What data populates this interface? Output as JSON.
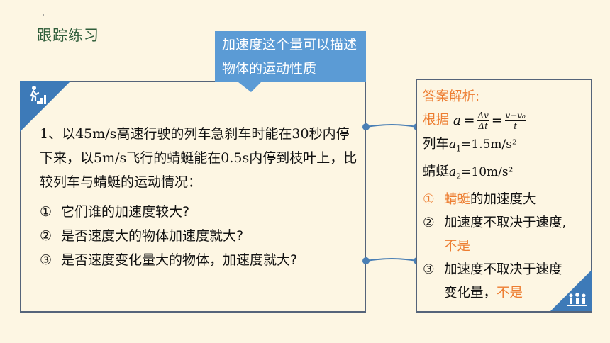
{
  "title": "跟踪练习",
  "callout": "加速度这个量可以描述物体的运动性质",
  "question": {
    "stem": "1、以45m/s高速行驶的列车急刹车时能在30秒内停下来，以5m/s飞行的蜻蜓能在0.5s内停到枝叶上，比较列车与蜻蜓的运动情况：",
    "items": [
      {
        "num": "①",
        "text": "它们谁的加速度较大?"
      },
      {
        "num": "②",
        "text": "是否速度大的物体加速度就大?"
      },
      {
        "num": "③",
        "text": "是否速度变化量大的物体，加速度就大?"
      }
    ]
  },
  "answer": {
    "heading": "答案解析:",
    "basis_label": "根据",
    "formula": {
      "lhs": "a",
      "frac1_num": "Δv",
      "frac1_den": "Δt",
      "frac2_num": "v−v₀",
      "frac2_den": "t"
    },
    "train_label": "列车",
    "train_value": "=1.5m/s²",
    "dragonfly_label": "蜻蜓",
    "dragonfly_value": "=10m/s²",
    "a1_symbol": "a",
    "a1_sub": "1",
    "a2_symbol": "a",
    "a2_sub": "2",
    "item1_num": "①",
    "item1_emph": "蜻蜓",
    "item1_rest": "的加速度大",
    "item2_num": "②",
    "item2_text": "加速度不取决于速度,",
    "item2_emph": "不是",
    "item3_num": "③",
    "item3_text": "加速度不取决于速度",
    "item3_text2": "变化量，",
    "item3_emph": "不是"
  },
  "colors": {
    "accent": "#3d7ab8",
    "callout": "#5b9bd5",
    "orange": "#ed7d31",
    "title": "#2f5d3a",
    "background": "#fdf6e3"
  },
  "icons": {
    "question_corner": "running-man-stairs-icon",
    "answer_corner": "people-group-icon"
  }
}
